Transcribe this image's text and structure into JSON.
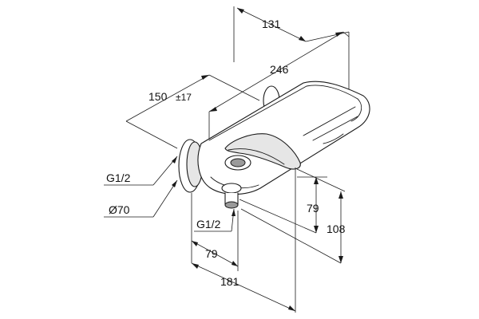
{
  "dimensions": {
    "top_depth": "131",
    "overall_width": "246",
    "centers": "150",
    "centers_tolerance": "±17",
    "height_spout": "79",
    "overall_height": "108",
    "outlet_offset": "79",
    "projection": "181"
  },
  "callouts": {
    "inlet_thread": "G1/2",
    "rosette_diameter": "Ø70",
    "outlet_thread": "G1/2"
  }
}
